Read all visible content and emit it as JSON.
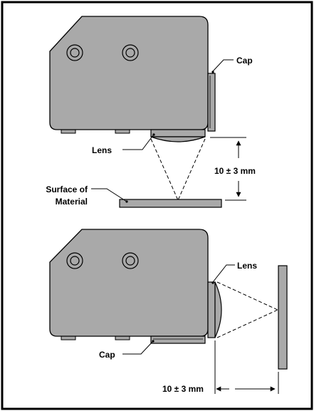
{
  "colors": {
    "body_fill": "#a9a9a9",
    "surface_fill": "#a9a9a9",
    "stroke": "#000000",
    "frame": "#000000",
    "background": "#ffffff"
  },
  "top_view": {
    "cap_label": "Cap",
    "lens_label": "Lens",
    "surface_label_line1": "Surface of",
    "surface_label_line2": "Material",
    "distance_label": "10 ± 3 mm"
  },
  "bottom_view": {
    "lens_label": "Lens",
    "cap_label": "Cap",
    "distance_label": "10 ± 3 mm"
  },
  "icons": [
    "mounting-hole-icon",
    "arrowhead-icon"
  ]
}
